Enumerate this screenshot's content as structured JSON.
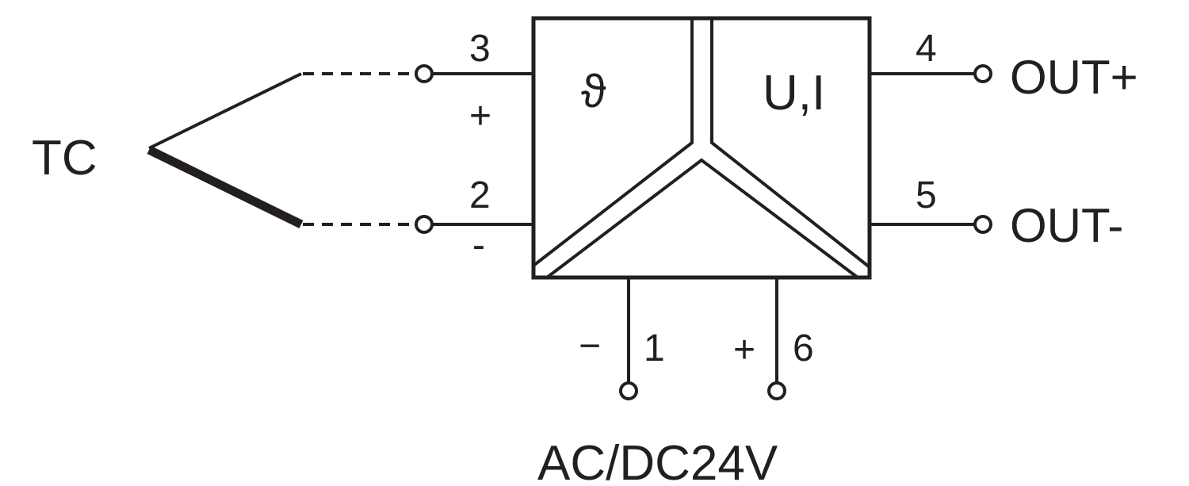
{
  "labels": {
    "sensor": "TC",
    "terminal_3": "3",
    "terminal_2": "2",
    "terminal_4": "4",
    "terminal_5": "5",
    "terminal_1": "1",
    "terminal_6": "6",
    "plus_input": "+",
    "minus_input": "-",
    "supply_minus": "−",
    "supply_plus": "+",
    "input_symbol": "ϑ",
    "output_symbol": "U,I",
    "out_plus": "OUT+",
    "out_minus": "OUT-",
    "supply": "AC/DC24V"
  },
  "colors": {
    "line": "#231f20",
    "background": "#ffffff"
  }
}
